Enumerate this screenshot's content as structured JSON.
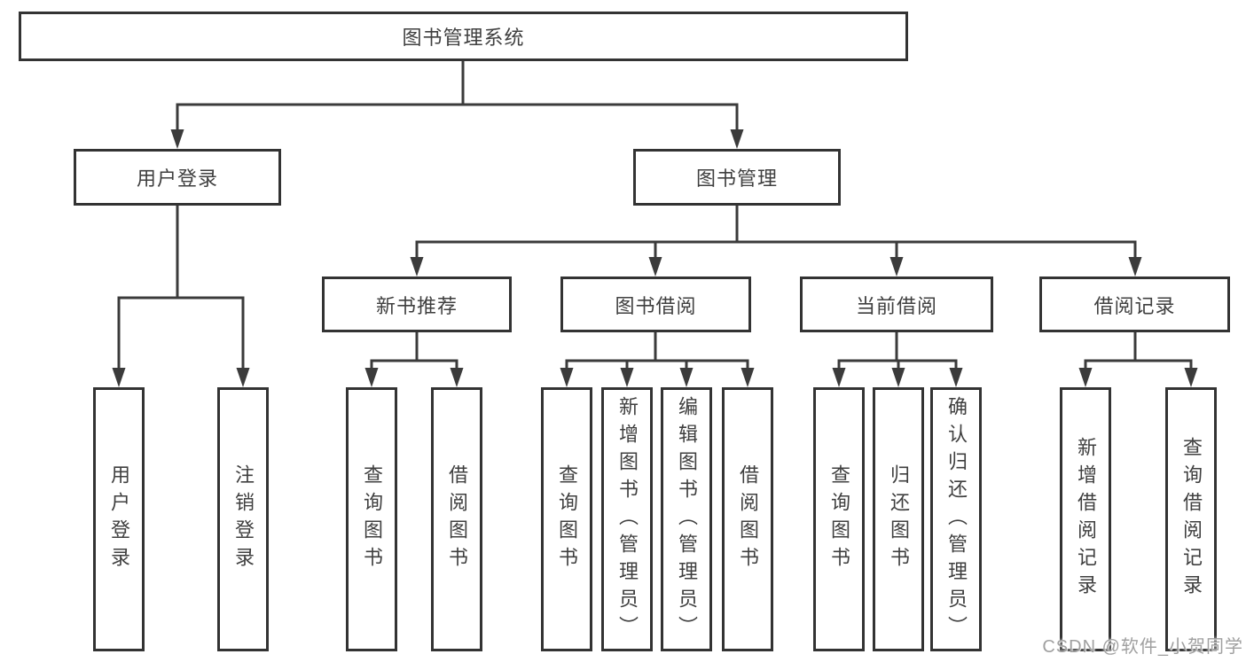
{
  "tree": {
    "root": {
      "label": "图书管理系统",
      "children": [
        {
          "label": "用户登录",
          "children": [
            {
              "label": "用户登录"
            },
            {
              "label": "注销登录"
            }
          ]
        },
        {
          "label": "图书管理",
          "children": [
            {
              "label": "新书推荐",
              "children": [
                {
                  "label": "查询图书"
                },
                {
                  "label": "借阅图书"
                }
              ]
            },
            {
              "label": "图书借阅",
              "children": [
                {
                  "label": "查询图书"
                },
                {
                  "label": "新增图书（管理员）"
                },
                {
                  "label": "编辑图书（管理员）"
                },
                {
                  "label": "借阅图书"
                }
              ]
            },
            {
              "label": "当前借阅",
              "children": [
                {
                  "label": "查询图书"
                },
                {
                  "label": "归还图书"
                },
                {
                  "label": "确认归还（管理员）"
                }
              ]
            },
            {
              "label": "借阅记录",
              "children": [
                {
                  "label": "新增借阅记录"
                },
                {
                  "label": "查询借阅记录"
                }
              ]
            }
          ]
        }
      ]
    }
  },
  "watermark": "CSDN @软件_小贺同学",
  "colors": {
    "line": "#3b3b3b",
    "box_border": "#333333",
    "text": "#3f3f3f",
    "watermark": "#a0a0a0",
    "background": "#ffffff"
  }
}
